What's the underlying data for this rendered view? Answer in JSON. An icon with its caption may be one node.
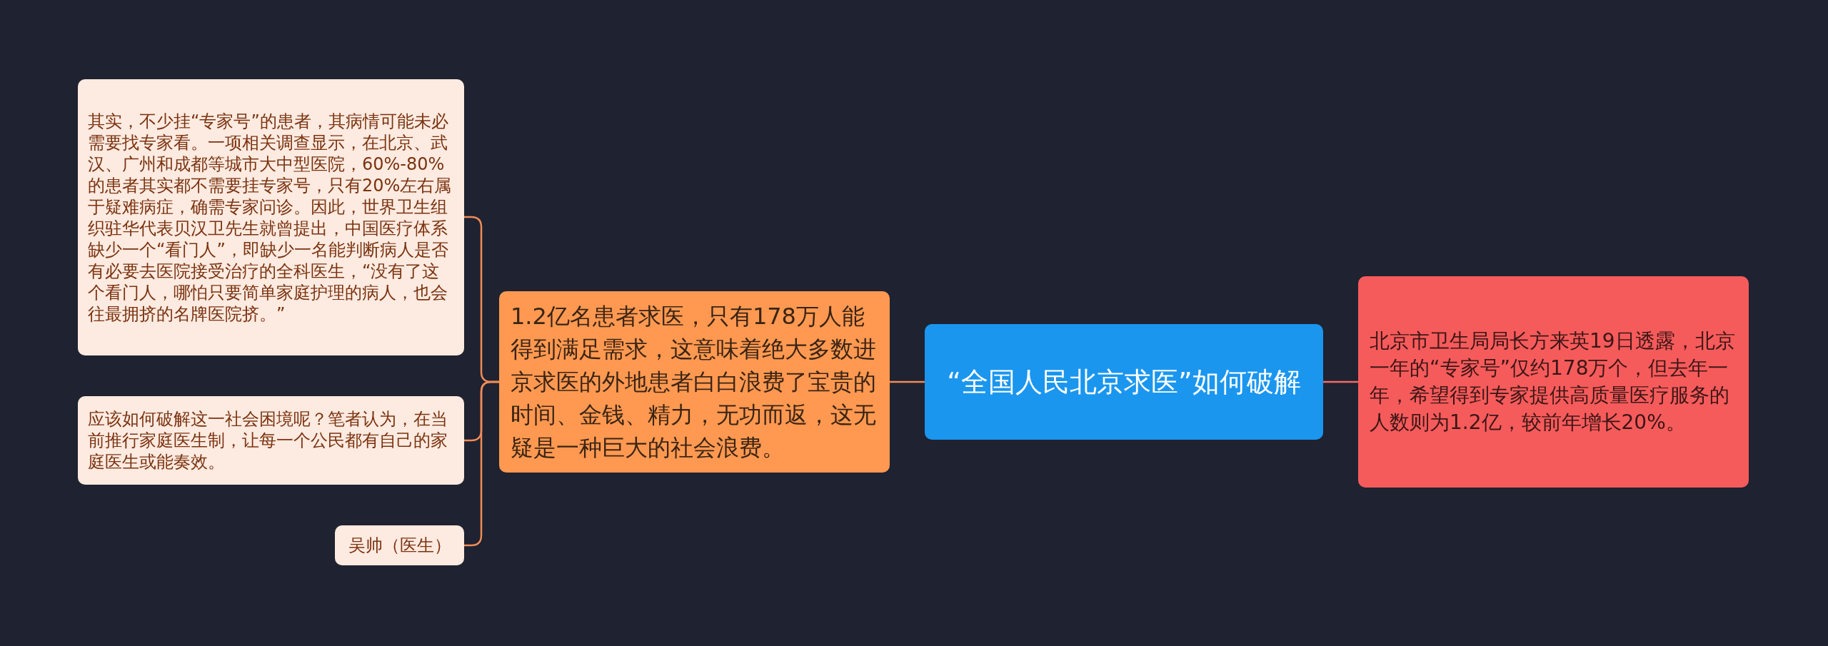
{
  "diagram": {
    "nodes": [
      {
        "text": [
          "“全国人民北京求医”如何破解"
        ]
      },
      {
        "text": [
          "北京市卫生局局长方来英19日透露，北京一年的“专家号”仅约178万个，但去年一年，希望得到专家提供高质量医疗服务的人数则为1.2亿，较前年增长20%。"
        ]
      },
      {
        "text": [
          "1.2亿名患者求医，只有178万人能得到满足需求，这意味着绝大多数进京求医的外地患者白白浪费了宝贵的时间、金钱、精力，无功而返，这无疑是一种巨大的社会浪费。"
        ]
      },
      {
        "text": [
          "其实，不少挂“专家号”的患者，其病情可能未必需要找专家看。一项相关调查显示，在北京、武汉、广州和成都等城市大中型医院，60%-80%的患者其实都不需要挂专家号，只有20%左右属于疑难病症，确需专家问诊。因此，世界卫生组织驻华代表贝汉卫先生就曾提出，中国医疗体系缺少一个“看门人”，即缺少一名能判断病人是否有必要去医院接受治疗的全科医生，“没有了这个看门人，哪怕只要简单家庭护理的病人，也会往最拥挤的名牌医院挤。”"
        ]
      },
      {
        "text": [
          "应该如何破解这一社会困境呢？笔者认为，在当前推行家庭医生制，让每一个公民都有自己的家庭医生或能奏效。"
        ]
      },
      {
        "text": [
          "吴帅（医生）"
        ]
      }
    ],
    "edges": [
      {
        "from": 0,
        "to": 1,
        "arrow": "none",
        "color": "#f06a6a"
      },
      {
        "from": 0,
        "to": 2,
        "arrow": "none"
      },
      {
        "from": 2,
        "to": 3,
        "arrow": "none"
      },
      {
        "from": 2,
        "to": 4,
        "arrow": "none"
      },
      {
        "from": 2,
        "to": 5,
        "arrow": "none"
      }
    ]
  }
}
